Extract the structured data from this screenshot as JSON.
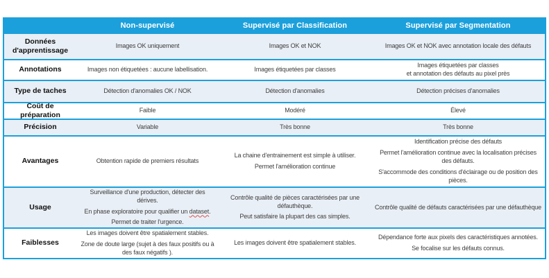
{
  "colors": {
    "header_blue": "#1CA0DB",
    "row_alt_blue": "#E9EFF6",
    "border_blue": "#1CA0DB",
    "data_text": "#3d3d3d",
    "misspell_underline_red": "#D9534F"
  },
  "table": {
    "header": {
      "col0": "",
      "col1": "Non-supervisé",
      "col2": "Supervisé par Classification",
      "col3": "Supervisé par Segmentation"
    },
    "dataset_word": "dataset",
    "dataset_suffix": ".",
    "rows": [
      {
        "label": "Données d'apprentissage",
        "cells": [
          [
            "Images OK uniquement"
          ],
          [
            "Images OK et NOK"
          ],
          [
            "Images OK et NOK avec annotation locale des défauts"
          ]
        ]
      },
      {
        "label": "Annotations",
        "cells": [
          [
            "Images non étiquetées : aucune labellisation."
          ],
          [
            "Images étiquetées par classes"
          ],
          [
            "Images étiquetées par classes",
            "et annotation des défauts au pixel près"
          ]
        ]
      },
      {
        "label": "Type de taches",
        "cells": [
          [
            "Détection d'anomalies OK / NOK"
          ],
          [
            "Détection d'anomalies"
          ],
          [
            "Détection précises d'anomalies"
          ]
        ]
      },
      {
        "label": "Coût de préparation",
        "cells": [
          [
            "Faible"
          ],
          [
            "Modéré"
          ],
          [
            "Élevé"
          ]
        ]
      },
      {
        "label": "Précision",
        "cells": [
          [
            "Variable"
          ],
          [
            "Très bonne"
          ],
          [
            "Très bonne"
          ]
        ]
      },
      {
        "label": "Avantages",
        "cells": [
          [
            "Obtention rapide de premiers résultats"
          ],
          [
            "La chaine d'entrainement est simple à utiliser.",
            "Permet l'amélioration continue"
          ],
          [
            "Identification précise des défauts",
            "Permet l'amélioration continue avec la localisation précises des défauts.",
            "S'accommode des conditions d'éclairage ou de position des pièces."
          ]
        ]
      },
      {
        "label": "Usage",
        "cells": [
          [
            "Surveillance d'une production, détecter des dérives.",
            "En phase exploratoire pour qualifier un ",
            "Permet de traiter l'urgence."
          ],
          [
            "Contrôle qualité de pièces caractérisées par une défauthèque.",
            "Peut satisfaire la plupart des cas simples."
          ],
          [
            "Contrôle qualité de défauts caractérisées par une défauthèque"
          ]
        ]
      },
      {
        "label": "Faiblesses",
        "cells": [
          [
            "Les images doivent être spatialement stables.",
            "Zone de doute large (sujet à des faux positifs ou à des faux négatifs )."
          ],
          [
            "Les images doivent être spatialement stables."
          ],
          [
            "Dépendance forte aux pixels des caractéristiques annotées.",
            "Se focalise sur les défauts connus."
          ]
        ]
      }
    ]
  }
}
